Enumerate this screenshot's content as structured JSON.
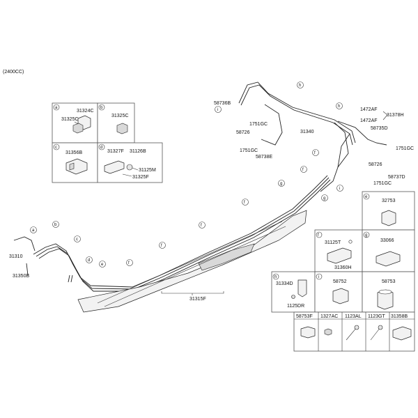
{
  "header": {
    "engine": "(2400CC)"
  },
  "boxes": {
    "a": {
      "letter": "a",
      "parts": [
        "31324C",
        "31325C"
      ]
    },
    "b": {
      "letter": "b",
      "parts": [
        "31325C"
      ]
    },
    "c": {
      "letter": "c",
      "parts": [
        "31356B"
      ]
    },
    "d": {
      "letter": "d",
      "parts": [
        "31327F",
        "31126B",
        "31125M",
        "31325F"
      ]
    },
    "e": {
      "letter": "e",
      "parts": [
        "32753"
      ]
    },
    "f": {
      "letter": "f",
      "parts": [
        "31125T",
        "31360H"
      ]
    },
    "g": {
      "letter": "g",
      "parts": [
        "33066"
      ]
    },
    "h": {
      "letter": "h",
      "parts": [
        "31334D",
        "1125DR"
      ]
    },
    "i": {
      "letter": "i",
      "parts": [
        "58752"
      ]
    },
    "j": {
      "parts": [
        "58753"
      ]
    }
  },
  "bottom_table": [
    "58753F",
    "1327AC",
    "1123AL",
    "1123GT",
    "31358B"
  ],
  "top_labels": [
    "58736B",
    "1751GC",
    "58726",
    "1751GC",
    "58738E",
    "31340",
    "1472AF",
    "31378H",
    "1472AF",
    "58735D",
    "1751GC",
    "58726",
    "58737D",
    "1751GC"
  ],
  "main_labels": [
    "31310",
    "31350B",
    "31315F"
  ],
  "callouts": [
    "i",
    "h",
    "h",
    "f",
    "g",
    "i",
    "g",
    "f",
    "f",
    "f",
    "f",
    "f",
    "e",
    "d",
    "c",
    "b",
    "a"
  ]
}
